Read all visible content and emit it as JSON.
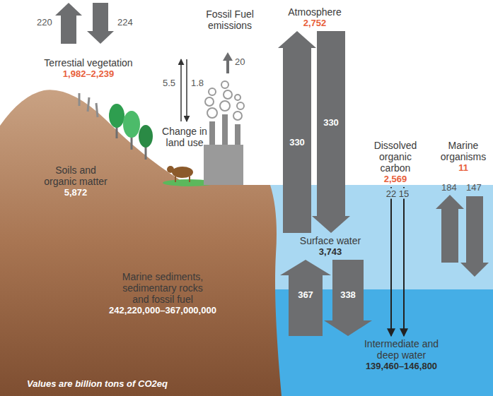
{
  "diagram": {
    "nodes": [
      {
        "text": [
          "Atmosphere",
          "2,752"
        ]
      },
      {
        "text": [
          "Terrestial vegetation",
          "1,982–2,239"
        ]
      },
      {
        "text": [
          "Soils and organic matter",
          "5,872"
        ]
      },
      {
        "text": [
          "Marine sediments, sedimentary rocks and fossil fuel",
          "242,220,000–367,000,000"
        ]
      },
      {
        "text": [
          "Dissolved organic carbon",
          "2,569"
        ]
      },
      {
        "text": [
          "Marine organisms",
          "11"
        ]
      },
      {
        "text": [
          "Surface water",
          "3,743"
        ]
      },
      {
        "text": [
          "Intermediate and deep water",
          "139,460–146,800"
        ]
      }
    ],
    "edges": [
      {
        "from": 6,
        "to": 0,
        "label": "330",
        "arrow": "to"
      },
      {
        "from": 0,
        "to": 6,
        "label": "330",
        "arrow": "to"
      },
      {
        "from": 7,
        "to": 6,
        "label": "367",
        "arrow": "to"
      },
      {
        "from": 6,
        "to": 7,
        "label": "338",
        "arrow": "to"
      },
      {
        "from": 4,
        "to": 7,
        "label": "22",
        "arrow": "to"
      },
      {
        "from": 4,
        "to": 7,
        "label": "15",
        "arrow": "to"
      }
    ],
    "labels": [
      "220",
      "224",
      "Fossil Fuel emissions",
      "5.5",
      "1.8",
      "20",
      "Change in land use",
      "184",
      "147",
      "Values are billion tons of CO2eq"
    ]
  }
}
